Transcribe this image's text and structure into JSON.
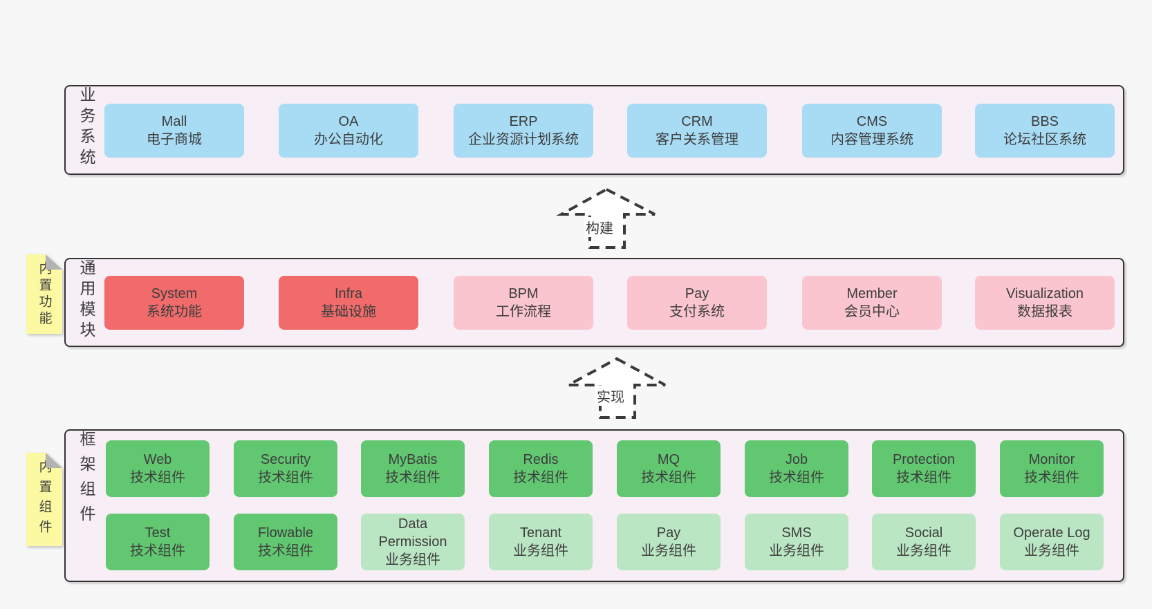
{
  "palette": {
    "page_bg": "#f7f7f7",
    "container_fill": "#f8eef6",
    "container_border": "#333333",
    "blue": "#a8dcf5",
    "red": "#f16b6b",
    "pink": "#fac5ce",
    "green": "#61c771",
    "lightgreen": "#bbe6c3",
    "yellow": "#fbf9a2",
    "fold_gray": "#b3b3b3",
    "text": "#3d3d3d",
    "arrow_stroke": "#3a3a3a"
  },
  "layers": {
    "business": {
      "label": "业务系统",
      "boxes": [
        {
          "title": "Mall",
          "subtitle": "电子商城"
        },
        {
          "title": "OA",
          "subtitle": "办公自动化"
        },
        {
          "title": "ERP",
          "subtitle": "企业资源计划系统"
        },
        {
          "title": "CRM",
          "subtitle": "客户关系管理"
        },
        {
          "title": "CMS",
          "subtitle": "内容管理系统"
        },
        {
          "title": "BBS",
          "subtitle": "论坛社区系统"
        }
      ]
    },
    "modules": {
      "label": "通用模块",
      "note": "内置功能",
      "boxes": [
        {
          "title": "System",
          "subtitle": "系统功能"
        },
        {
          "title": "Infra",
          "subtitle": "基础设施"
        },
        {
          "title": "BPM",
          "subtitle": "工作流程"
        },
        {
          "title": "Pay",
          "subtitle": "支付系统"
        },
        {
          "title": "Member",
          "subtitle": "会员中心"
        },
        {
          "title": "Visualization",
          "subtitle": "数据报表"
        }
      ]
    },
    "components": {
      "label": "框架组件",
      "note": "内置组件",
      "row1": [
        {
          "title": "Web",
          "subtitle": "技术组件"
        },
        {
          "title": "Security",
          "subtitle": "技术组件"
        },
        {
          "title": "MyBatis",
          "subtitle": "技术组件"
        },
        {
          "title": "Redis",
          "subtitle": "技术组件"
        },
        {
          "title": "MQ",
          "subtitle": "技术组件"
        },
        {
          "title": "Job",
          "subtitle": "技术组件"
        },
        {
          "title": "Protection",
          "subtitle": "技术组件"
        },
        {
          "title": "Monitor",
          "subtitle": "技术组件"
        }
      ],
      "row2": [
        {
          "title": "Test",
          "subtitle": "技术组件"
        },
        {
          "title": "Flowable",
          "subtitle": "技术组件"
        },
        {
          "title": "Data Permission",
          "subtitle": "业务组件"
        },
        {
          "title": "Tenant",
          "subtitle": "业务组件"
        },
        {
          "title": "Pay",
          "subtitle": "业务组件"
        },
        {
          "title": "SMS",
          "subtitle": "业务组件"
        },
        {
          "title": "Social",
          "subtitle": "业务组件"
        },
        {
          "title": "Operate Log",
          "subtitle": "业务组件"
        }
      ]
    }
  },
  "arrows": {
    "build": "构建",
    "implement": "实现"
  }
}
